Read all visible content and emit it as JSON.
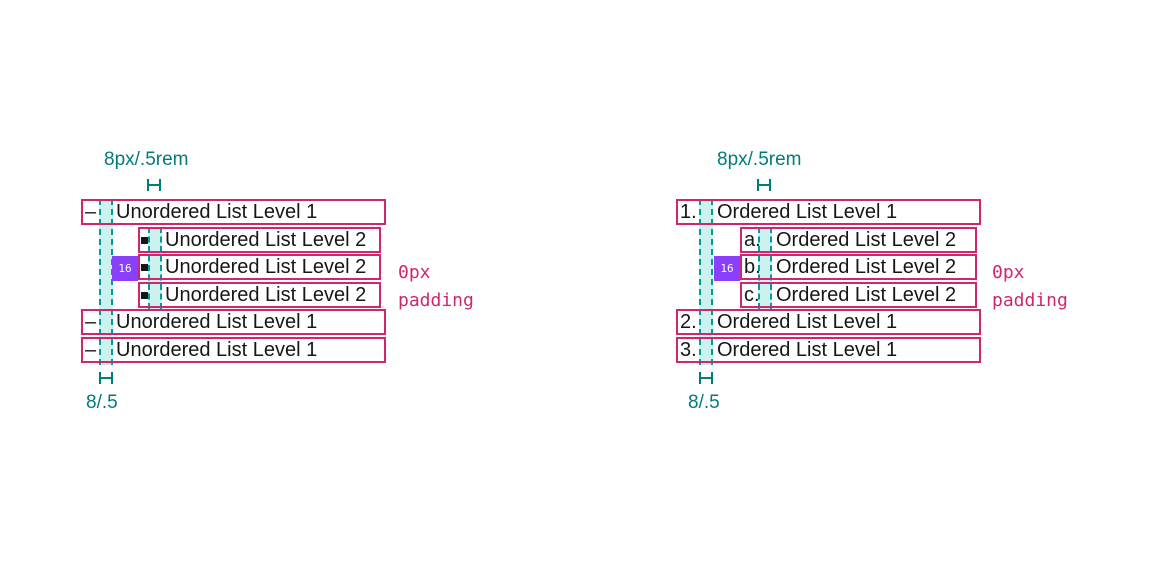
{
  "colors": {
    "outline_magenta": "#d02670",
    "spacing_stripe_teal": "#009d9a",
    "spacing_stripe_fill": "#ccf2f0",
    "annotation_teal": "#007d79",
    "badge_purple": "#8a3ffc",
    "text_ink": "#161616"
  },
  "annotations": {
    "top_spacing_label": "8px/.5rem",
    "bottom_spacing_label": "8/.5",
    "padding_label": "0px\npadding",
    "nested_spacing_badge": "16"
  },
  "unordered_list": {
    "rows": [
      {
        "level": 1,
        "marker": "–",
        "text": "Unordered List Level 1"
      },
      {
        "level": 2,
        "marker": "square",
        "text": "Unordered List Level 2"
      },
      {
        "level": 2,
        "marker": "square",
        "text": "Unordered List Level 2"
      },
      {
        "level": 2,
        "marker": "square",
        "text": "Unordered List Level 2"
      },
      {
        "level": 1,
        "marker": "–",
        "text": "Unordered List Level 1"
      },
      {
        "level": 1,
        "marker": "–",
        "text": "Unordered List Level 1"
      }
    ]
  },
  "ordered_list": {
    "rows": [
      {
        "level": 1,
        "marker": "1.",
        "text": "Ordered List Level 1"
      },
      {
        "level": 2,
        "marker": "a.",
        "text": "Ordered List Level 2"
      },
      {
        "level": 2,
        "marker": "b.",
        "text": "Ordered List Level 2"
      },
      {
        "level": 2,
        "marker": "c.",
        "text": "Ordered List Level 2"
      },
      {
        "level": 1,
        "marker": "2.",
        "text": "Ordered List Level 1"
      },
      {
        "level": 1,
        "marker": "3.",
        "text": "Ordered List Level 1"
      }
    ]
  }
}
